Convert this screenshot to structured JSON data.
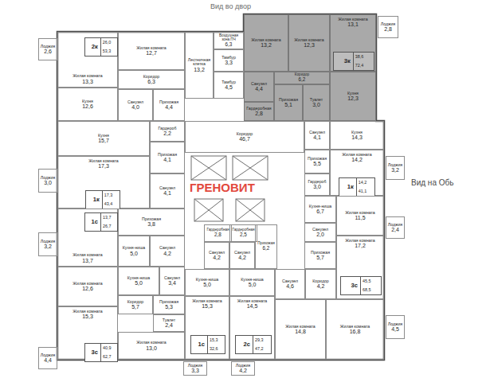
{
  "diagram": {
    "nodes": [
      {
        "text": [
          "Лоджия",
          "2,6"
        ]
      },
      {
        "text": [
          "Жилая комната",
          "13,3"
        ]
      },
      {
        "text": [
          "2к",
          "26,0",
          "53,3"
        ],
        "in": 1
      },
      {
        "text": [
          "Жилая комната",
          "12,7"
        ]
      },
      {
        "text": [
          "Лестничная клетка",
          "13,2"
        ]
      },
      {
        "text": [
          "Воздушная зона ПЧ",
          "6,3"
        ]
      },
      {
        "text": [
          "Жилая комната",
          "13,2"
        ]
      },
      {
        "text": [
          "Жилая комната",
          "12,3"
        ]
      },
      {
        "text": [
          "Жилая комната",
          "13,1"
        ]
      },
      {
        "text": [
          "3к",
          "38,6",
          "72,4"
        ],
        "in": 8
      },
      {
        "text": [
          "Лоджия",
          "2,8"
        ]
      },
      {
        "text": [
          "Тамбур",
          "3,3"
        ]
      },
      {
        "text": [
          "Коридор",
          "6,3"
        ]
      },
      {
        "text": [
          "Санузел",
          "4,4"
        ]
      },
      {
        "text": [
          "Коридор",
          "6,2"
        ]
      },
      {
        "text": [
          "Тамбур",
          "4,5"
        ]
      },
      {
        "text": [
          "Кухня",
          "12,3"
        ]
      },
      {
        "text": [
          "Прихожая",
          "5,1"
        ]
      },
      {
        "text": [
          "Туалет",
          "3,0"
        ]
      },
      {
        "text": [
          "Кухня",
          "12,6"
        ]
      },
      {
        "text": [
          "Санузел",
          "4,0"
        ]
      },
      {
        "text": [
          "Прихожая",
          "4,4"
        ]
      },
      {
        "text": [
          "Гардеробная",
          "2,8"
        ]
      },
      {
        "text": [
          "Кухня",
          "15,7"
        ]
      },
      {
        "text": [
          "Гардероб",
          "2,2"
        ]
      },
      {
        "text": [
          "Коридор",
          "46,7"
        ]
      },
      {
        "text": [
          "Санузел",
          "4,1"
        ]
      },
      {
        "text": [
          "Кухня",
          "14,3"
        ]
      },
      {
        "text": [
          "Прихожая",
          "4,1"
        ]
      },
      {
        "text": [
          "Прихожая",
          "5,5"
        ]
      },
      {
        "text": [
          "Жилая комната",
          "14,2"
        ]
      },
      {
        "text": [
          "1к",
          "14,2",
          "41,1"
        ],
        "in": 30
      },
      {
        "text": [
          "Лоджия",
          "3,2"
        ]
      },
      {
        "text": [
          "Жилая комната",
          "17,3"
        ]
      },
      {
        "text": [
          "1к",
          "17,3",
          "43,4"
        ],
        "in": 33
      },
      {
        "text": [
          "Лоджия",
          "3,0"
        ]
      },
      {
        "text": [
          "Санузел",
          "4,1"
        ]
      },
      {
        "text": [
          "Гардероб",
          "3,0"
        ]
      },
      {
        "text": [
          "Кухня-ниша",
          "6,7"
        ]
      },
      {
        "text": [
          "Жилая комната",
          "11,5"
        ]
      },
      {
        "text": [
          "Жилая комната",
          "13,7"
        ]
      },
      {
        "text": [
          "1с",
          "13,7",
          "26,7"
        ],
        "in": 40
      },
      {
        "text": [
          "Прихожая",
          "3,8"
        ]
      },
      {
        "text": [
          "Лоджия",
          "2,4"
        ]
      },
      {
        "text": [
          "Санузел",
          "2,0"
        ]
      },
      {
        "text": [
          "Гардеробная",
          "2,8"
        ]
      },
      {
        "text": [
          "Гардеробная",
          "2,5"
        ]
      },
      {
        "text": [
          "Лоджия",
          "3,2"
        ]
      },
      {
        "text": [
          "Кухня-ниша",
          "5,0"
        ]
      },
      {
        "text": [
          "Санузел",
          "4,2"
        ]
      },
      {
        "text": [
          "Санузел",
          "4,2"
        ]
      },
      {
        "text": [
          "Санузел",
          "4,2"
        ]
      },
      {
        "text": [
          "Прихожая",
          "6,2"
        ]
      },
      {
        "text": [
          "Прихожая",
          "5,7"
        ]
      },
      {
        "text": [
          "Жилая комната",
          "17,2"
        ]
      },
      {
        "text": [
          "3с",
          "45,5",
          "68,5"
        ],
        "in": 54
      },
      {
        "text": [
          "Жилая комната",
          "12,6"
        ]
      },
      {
        "text": [
          "Кухня-ниша",
          "5,0"
        ]
      },
      {
        "text": [
          "Санузел",
          "3,4"
        ]
      },
      {
        "text": [
          "Кухня-ниша",
          "5,0"
        ]
      },
      {
        "text": [
          "Кухня-ниша",
          "5,0"
        ]
      },
      {
        "text": [
          "Санузел",
          "4,6"
        ]
      },
      {
        "text": [
          "Коридор",
          "4,2"
        ]
      },
      {
        "text": [
          "Коридор",
          "5,7"
        ]
      },
      {
        "text": [
          "Прихожая",
          "5,3"
        ]
      },
      {
        "text": [
          "Жилая комната",
          "15,3"
        ]
      },
      {
        "text": [
          "1с",
          "15,3",
          "32,6"
        ],
        "in": 65
      },
      {
        "text": [
          "Жилая комната",
          "14,5"
        ]
      },
      {
        "text": [
          "2с",
          "29,3",
          "47,2"
        ],
        "in": 67
      },
      {
        "text": [
          "Жилая комната",
          "14,8"
        ]
      },
      {
        "text": [
          "Жилая комната",
          "16,8"
        ]
      },
      {
        "text": [
          "Жилая комната",
          "15,3"
        ]
      },
      {
        "text": [
          "3с",
          "40,9",
          "62,7"
        ],
        "in": 71
      },
      {
        "text": [
          "Туалет",
          "2,4"
        ]
      },
      {
        "text": [
          "Лоджия",
          "4,5"
        ]
      },
      {
        "text": [
          "Жилая комната",
          "13,0"
        ]
      },
      {
        "text": [
          "Лоджия",
          "4,4"
        ]
      },
      {
        "text": [
          "Лоджия",
          "3,3"
        ]
      },
      {
        "text": [
          "Лоджия",
          "4,2"
        ]
      }
    ],
    "labels": [
      "Вид во двор",
      "ГРЕНОВИТ",
      "Вид на Обь"
    ]
  }
}
